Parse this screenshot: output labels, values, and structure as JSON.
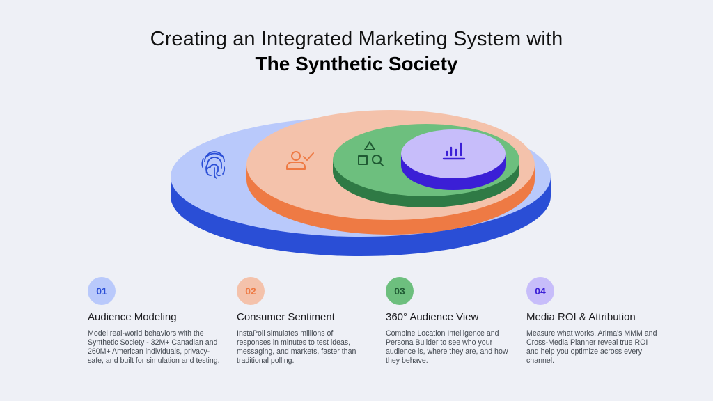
{
  "header": {
    "title_line1": "Creating an Integrated Marketing System with",
    "title_line2": "The Synthetic Society"
  },
  "diagram": {
    "layers": [
      {
        "name": "Audience Modeling",
        "icon": "fingerprint-icon",
        "top_color": "#b9c9fb",
        "side_color": "#2a4ed6",
        "icon_color": "#2a4ed6"
      },
      {
        "name": "Consumer Sentiment",
        "icon": "user-check-icon",
        "top_color": "#f4c2ab",
        "side_color": "#ee7a44",
        "icon_color": "#ee7a44"
      },
      {
        "name": "360° Audience View",
        "icon": "shapes-search-icon",
        "top_color": "#6dbf7e",
        "side_color": "#2f7a45",
        "icon_color": "#1f5a33"
      },
      {
        "name": "Media ROI & Attribution",
        "icon": "bar-chart-icon",
        "top_color": "#c7bdfa",
        "side_color": "#3b1fd6",
        "icon_color": "#3b1fd6"
      }
    ]
  },
  "steps": [
    {
      "number": "01",
      "title": "Audience Modeling",
      "description": "Model real-world behaviors with the Synthetic Society - 32M+ Canadian and 260M+ American individuals, privacy-safe, and built for simulation and testing.",
      "badge_bg": "#b9c9fb",
      "badge_fg": "#2a4ed6"
    },
    {
      "number": "02",
      "title": "Consumer Sentiment",
      "description": "InstaPoll simulates millions of responses in minutes to test ideas, messaging, and markets, faster than traditional polling.",
      "badge_bg": "#f4c2ab",
      "badge_fg": "#ee7a44"
    },
    {
      "number": "03",
      "title": "360° Audience View",
      "description": "Combine Location Intelligence and Persona Builder to see who your audience is, where they are, and how they behave.",
      "badge_bg": "#6dbf7e",
      "badge_fg": "#1f5a33"
    },
    {
      "number": "04",
      "title": "Media ROI & Attribution",
      "description": "Measure what works. Arima's MMM and Cross-Media Planner reveal true ROI and help you optimize across every channel.",
      "badge_bg": "#c7bdfa",
      "badge_fg": "#3b1fd6"
    }
  ]
}
